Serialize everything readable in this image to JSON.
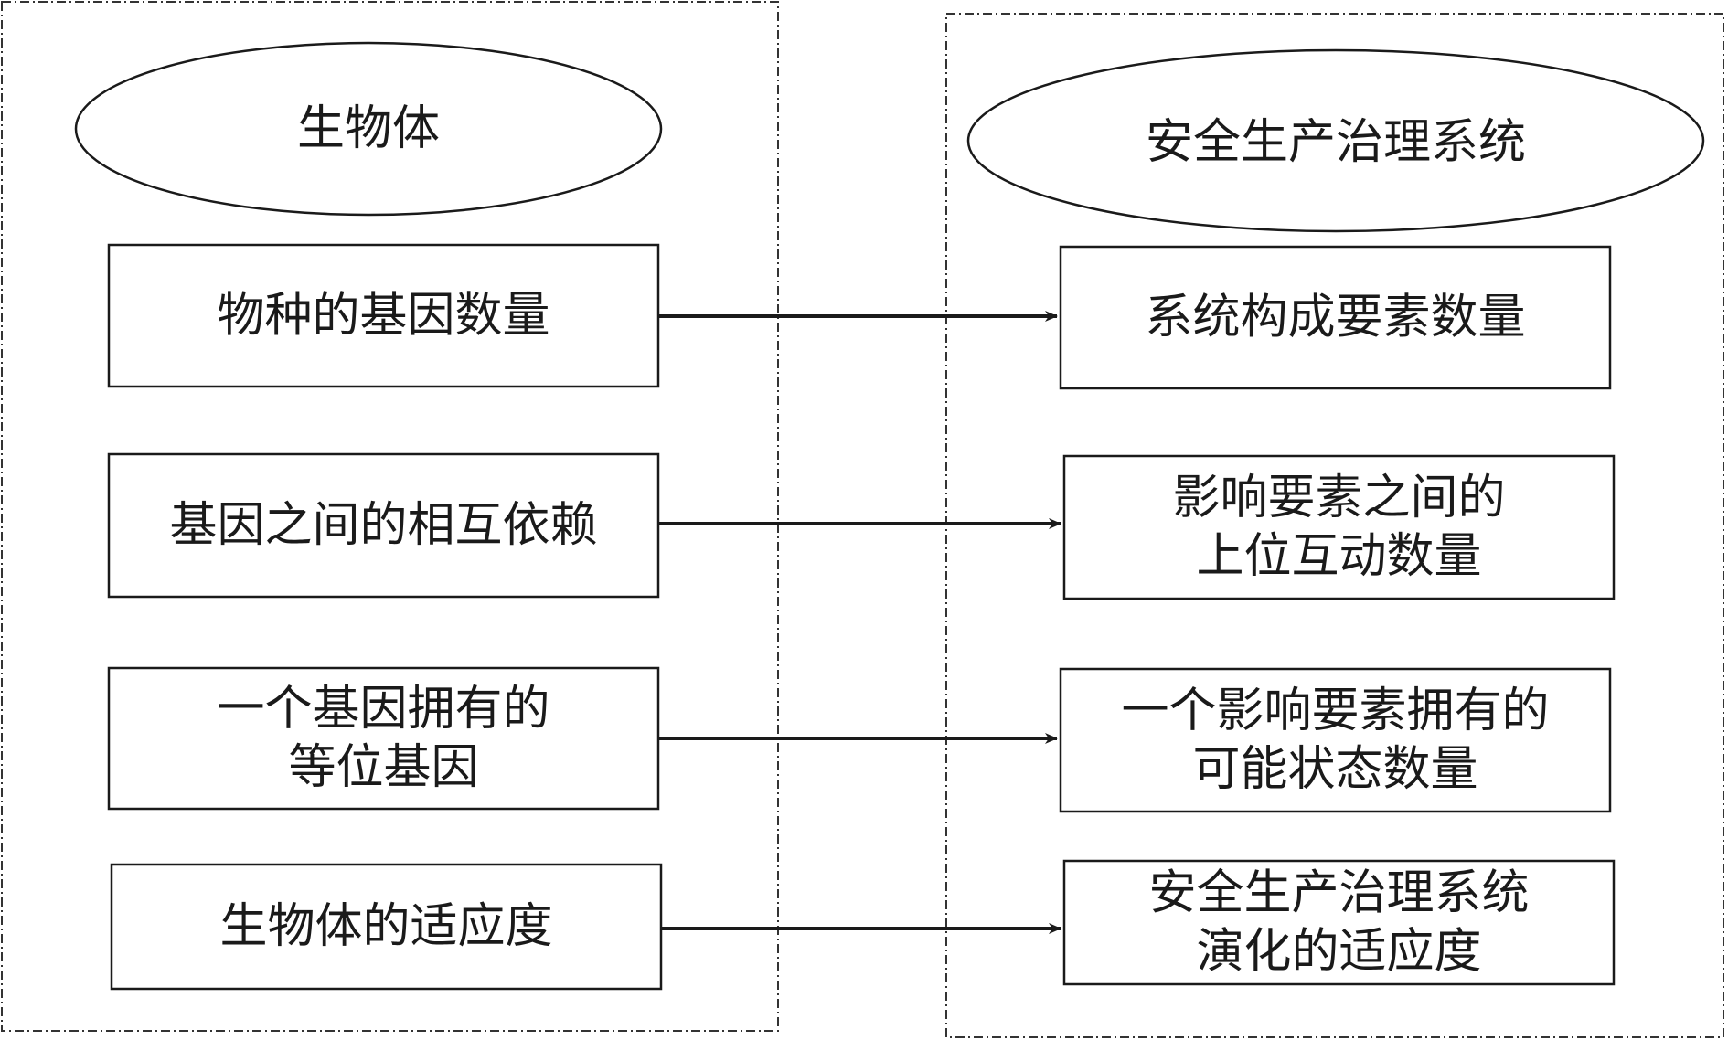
{
  "left_panel": {
    "title": "生物体",
    "items": [
      {
        "lines": [
          "物种的基因数量"
        ]
      },
      {
        "lines": [
          "基因之间的相互依赖"
        ]
      },
      {
        "lines": [
          "一个基因拥有的",
          "等位基因"
        ]
      },
      {
        "lines": [
          "生物体的适应度"
        ]
      }
    ]
  },
  "right_panel": {
    "title": "安全生产治理系统",
    "items": [
      {
        "lines": [
          "系统构成要素数量"
        ]
      },
      {
        "lines": [
          "影响要素之间的",
          "上位互动数量"
        ]
      },
      {
        "lines": [
          "一个影响要素拥有的",
          "可能状态数量"
        ]
      },
      {
        "lines": [
          "安全生产治理系统",
          "演化的适应度"
        ]
      }
    ]
  },
  "colors": {
    "stroke": "#1a1a1a",
    "background": "#ffffff"
  }
}
